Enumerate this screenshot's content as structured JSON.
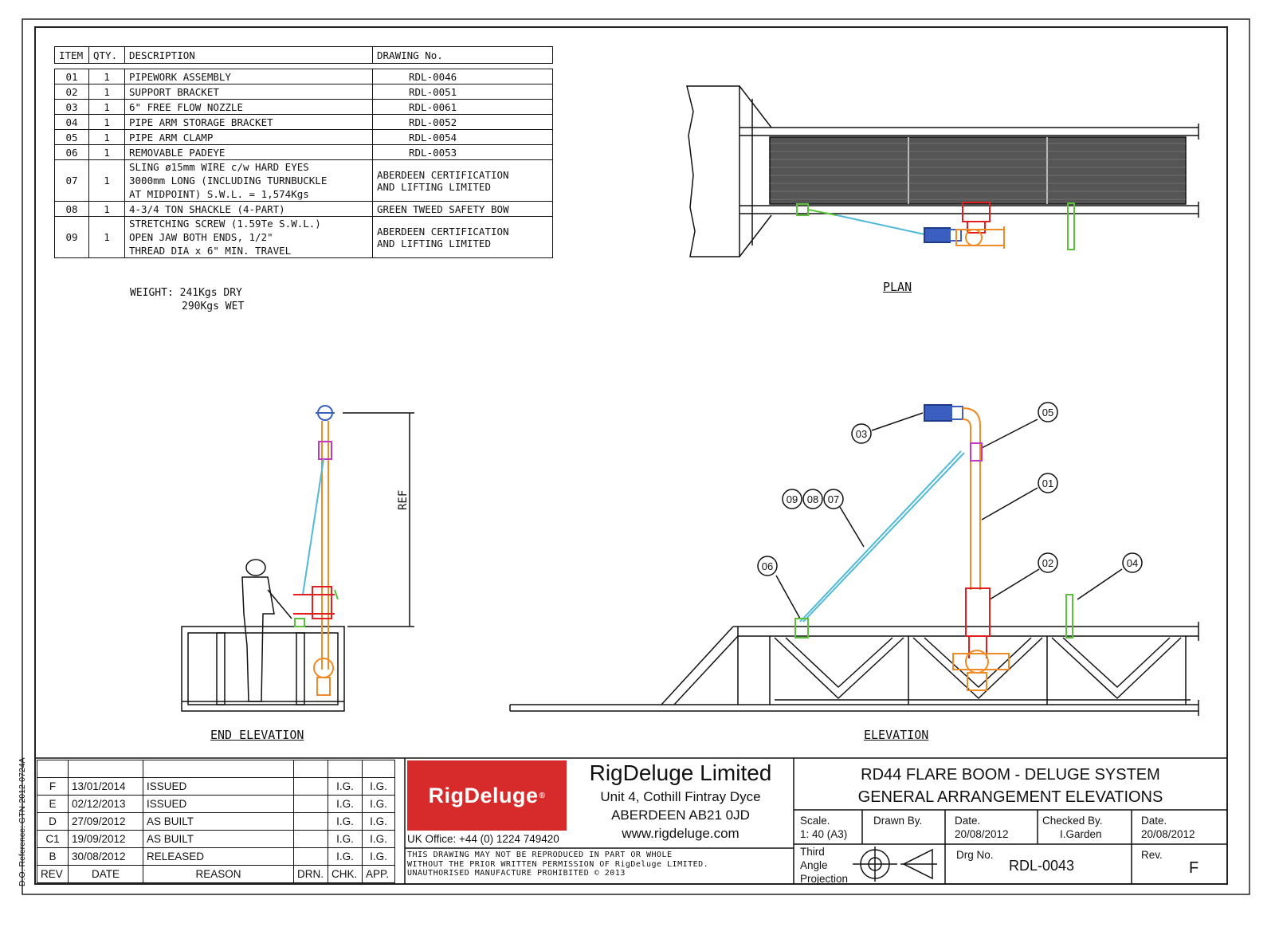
{
  "bom": {
    "headers": [
      "ITEM",
      "QTY.",
      "DESCRIPTION",
      "DRAWING No."
    ],
    "rows": [
      {
        "item": "01",
        "qty": "1",
        "desc": [
          "PIPEWORK ASSEMBLY"
        ],
        "drawing": [
          "RDL-0046"
        ]
      },
      {
        "item": "02",
        "qty": "1",
        "desc": [
          "SUPPORT BRACKET"
        ],
        "drawing": [
          "RDL-0051"
        ]
      },
      {
        "item": "03",
        "qty": "1",
        "desc": [
          "6\" FREE FLOW NOZZLE"
        ],
        "drawing": [
          "RDL-0061"
        ]
      },
      {
        "item": "04",
        "qty": "1",
        "desc": [
          "PIPE ARM STORAGE BRACKET"
        ],
        "drawing": [
          "RDL-0052"
        ]
      },
      {
        "item": "05",
        "qty": "1",
        "desc": [
          "PIPE ARM CLAMP"
        ],
        "drawing": [
          "RDL-0054"
        ]
      },
      {
        "item": "06",
        "qty": "1",
        "desc": [
          "REMOVABLE PADEYE"
        ],
        "drawing": [
          "RDL-0053"
        ]
      },
      {
        "item": "07",
        "qty": "1",
        "desc": [
          "SLING ø15mm WIRE c/w HARD EYES",
          "3000mm LONG (INCLUDING TURNBUCKLE",
          "AT MIDPOINT) S.W.L. = 1,574Kgs"
        ],
        "drawing": [
          "ABERDEEN CERTIFICATION",
          "AND LIFTING LIMITED"
        ]
      },
      {
        "item": "08",
        "qty": "1",
        "desc": [
          "4-3/4 TON SHACKLE (4-PART)"
        ],
        "drawing": [
          "GREEN TWEED SAFETY BOW"
        ]
      },
      {
        "item": "09",
        "qty": "1",
        "desc": [
          "STRETCHING SCREW (1.59Te S.W.L.)",
          "OPEN JAW BOTH ENDS, 1/2\"",
          "THREAD DIA x 6\" MIN. TRAVEL"
        ],
        "drawing": [
          "ABERDEEN CERTIFICATION",
          "AND LIFTING LIMITED"
        ]
      }
    ]
  },
  "weight": {
    "line1": "WEIGHT: 241Kgs DRY",
    "line2": "290Kgs WET"
  },
  "views": {
    "plan": "PLAN",
    "end_elevation": "END ELEVATION",
    "elevation": "ELEVATION",
    "ref": "REF"
  },
  "balloons": {
    "b03": "03",
    "b05": "05",
    "b01": "01",
    "b09": "09",
    "b08": "08",
    "b07": "07",
    "b06": "06",
    "b02": "02",
    "b04": "04"
  },
  "revisions": {
    "rows": [
      {
        "rev": "F",
        "date": "13/01/2014",
        "reason": "ISSUED",
        "drn": "",
        "chk": "I.G.",
        "app": "I.G."
      },
      {
        "rev": "E",
        "date": "02/12/2013",
        "reason": "ISSUED",
        "drn": "",
        "chk": "I.G.",
        "app": "I.G."
      },
      {
        "rev": "D",
        "date": "27/09/2012",
        "reason": "AS BUILT",
        "drn": "",
        "chk": "I.G.",
        "app": "I.G."
      },
      {
        "rev": "C1",
        "date": "19/09/2012",
        "reason": "AS BUILT",
        "drn": "",
        "chk": "I.G.",
        "app": "I.G."
      },
      {
        "rev": "B",
        "date": "30/08/2012",
        "reason": "RELEASED",
        "drn": "",
        "chk": "I.G.",
        "app": "I.G."
      }
    ],
    "headers": {
      "rev": "REV",
      "date": "DATE",
      "reason": "REASON",
      "drn": "DRN.",
      "chk": "CHK.",
      "app": "APP."
    }
  },
  "company": {
    "logo": "RigDeluge",
    "logo_mark": "®",
    "name": "RigDeluge Limited",
    "addr1": "Unit 4, Cothill Fintray Dyce",
    "addr2": "ABERDEEN   AB21 0JD",
    "web": "www.rigdeluge.com",
    "uk_office": "UK Office: +44 (0) 1224 749420",
    "notice1": "THIS DRAWING MAY NOT BE REPRODUCED IN PART OR WHOLE",
    "notice2": "WITHOUT THE PRIOR WRITTEN PERMISSION OF RigDeluge LIMITED.",
    "notice3": "UNAUTHORISED MANUFACTURE PROHIBITED      ©  2013"
  },
  "title": {
    "line1": "RD44 FLARE BOOM - DELUGE SYSTEM",
    "line2": "GENERAL ARRANGEMENT ELEVATIONS"
  },
  "fields": {
    "scale_label": "Scale.",
    "scale_value": "1: 40  (A3)",
    "drawn_label": "Drawn By.",
    "date_label": "Date.",
    "date_value": "20/08/2012",
    "checked_label": "Checked By.",
    "checked_value": "I.Garden",
    "date2_label": "Date.",
    "date2_value": "20/08/2012",
    "projection1": "Third",
    "projection2": "Angle",
    "projection3": "Projection",
    "drg_label": "Drg No.",
    "drg_value": "RDL-0043",
    "rev_label": "Rev.",
    "rev_value": "F"
  },
  "doc_ref": "D.O. Reference:   GTN-2012-0724A",
  "colors": {
    "orange": "#f08a24",
    "red": "#e02020",
    "blue": "#3a5fc0",
    "cyan": "#4fb9d8",
    "green": "#59c23a",
    "magenta": "#c23ac2",
    "logo_red": "#d72a2a"
  }
}
